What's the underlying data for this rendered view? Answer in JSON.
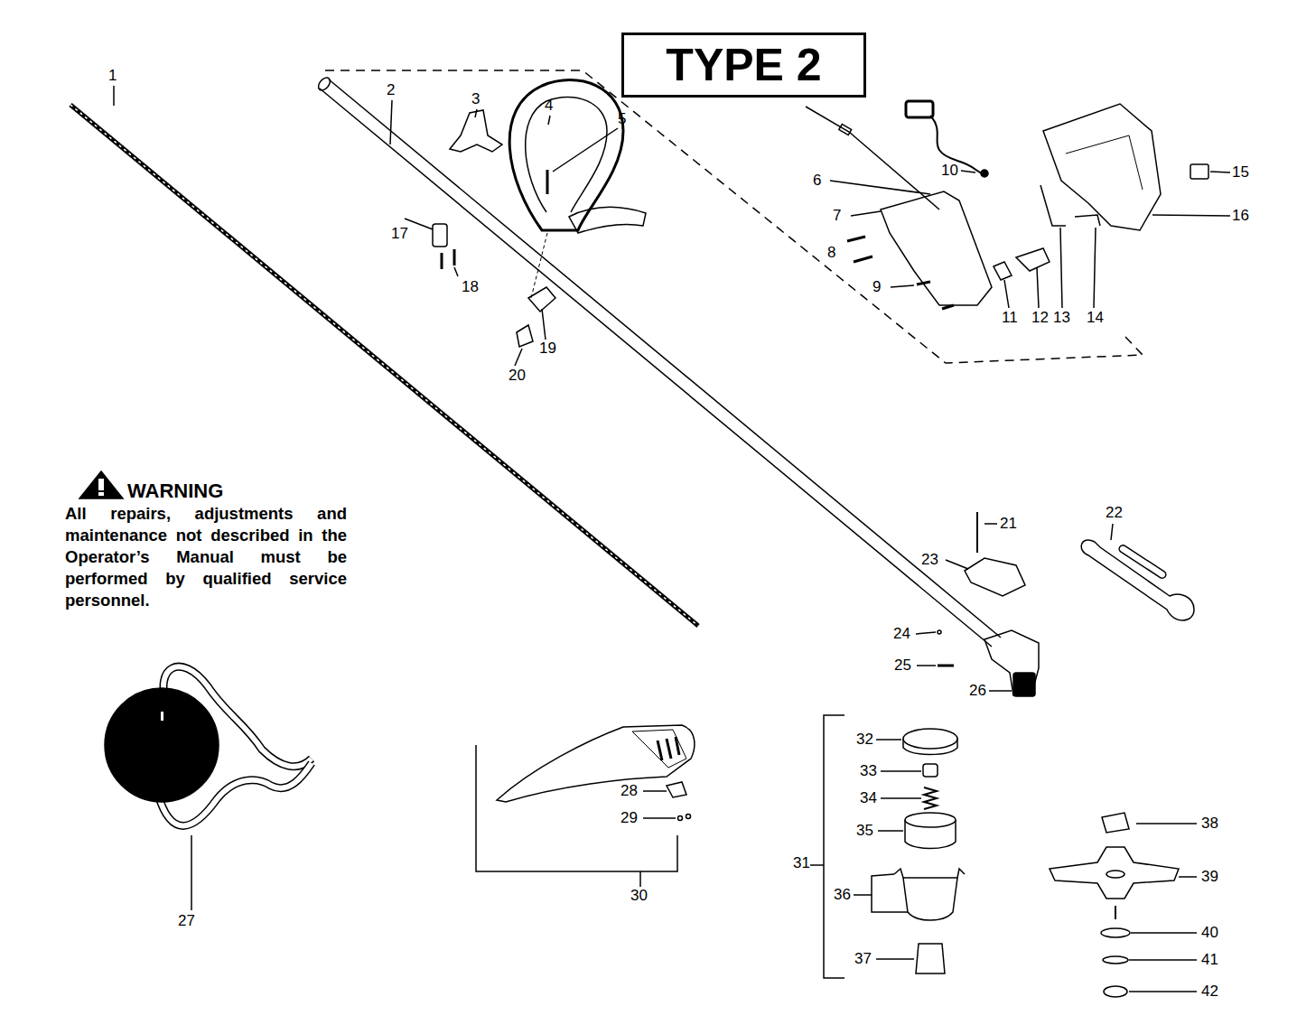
{
  "diagram": {
    "nodes": [
      {
        "text": [
          "TYPE 2"
        ]
      }
    ],
    "labels": [
      "WARNING",
      "All repairs, adjustments and maintenance not described in the Operator’s Manual must be performed by qualified service personnel.",
      "1",
      "2",
      "3",
      "4",
      "5",
      "6",
      "7",
      "8",
      "9",
      "10",
      "11",
      "12",
      "13",
      "14",
      "15",
      "16",
      "17",
      "18",
      "19",
      "20",
      "21",
      "22",
      "23",
      "24",
      "25",
      "26",
      "27",
      "28",
      "29",
      "30",
      "31",
      "32",
      "33",
      "34",
      "35",
      "36",
      "37",
      "38",
      "39",
      "40",
      "41",
      "42"
    ]
  }
}
